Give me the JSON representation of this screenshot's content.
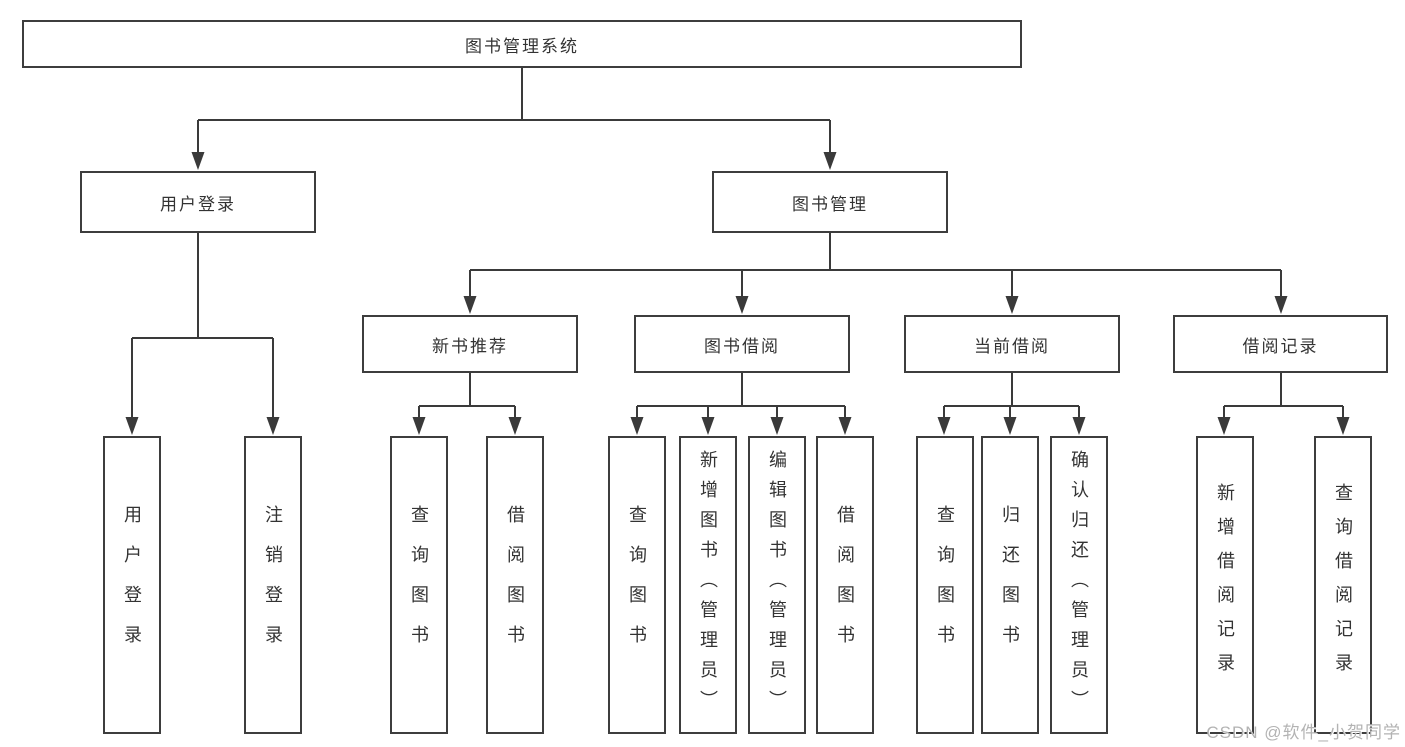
{
  "title": "图书管理系统",
  "watermark": "CSDN @软件_小贺同学",
  "branches": [
    {
      "label": "用户登录",
      "children": [
        "用户登录",
        "注销登录"
      ]
    },
    {
      "label": "图书管理",
      "groups": [
        {
          "label": "新书推荐",
          "children": [
            "查询图书",
            "借阅图书"
          ]
        },
        {
          "label": "图书借阅",
          "children": [
            "查询图书",
            "新增图书（管理员）",
            "编辑图书（管理员）",
            "借阅图书"
          ]
        },
        {
          "label": "当前借阅",
          "children": [
            "查询图书",
            "归还图书",
            "确认归还（管理员）"
          ]
        },
        {
          "label": "借阅记录",
          "children": [
            "新增借阅记录",
            "查询借阅记录"
          ]
        }
      ]
    }
  ]
}
